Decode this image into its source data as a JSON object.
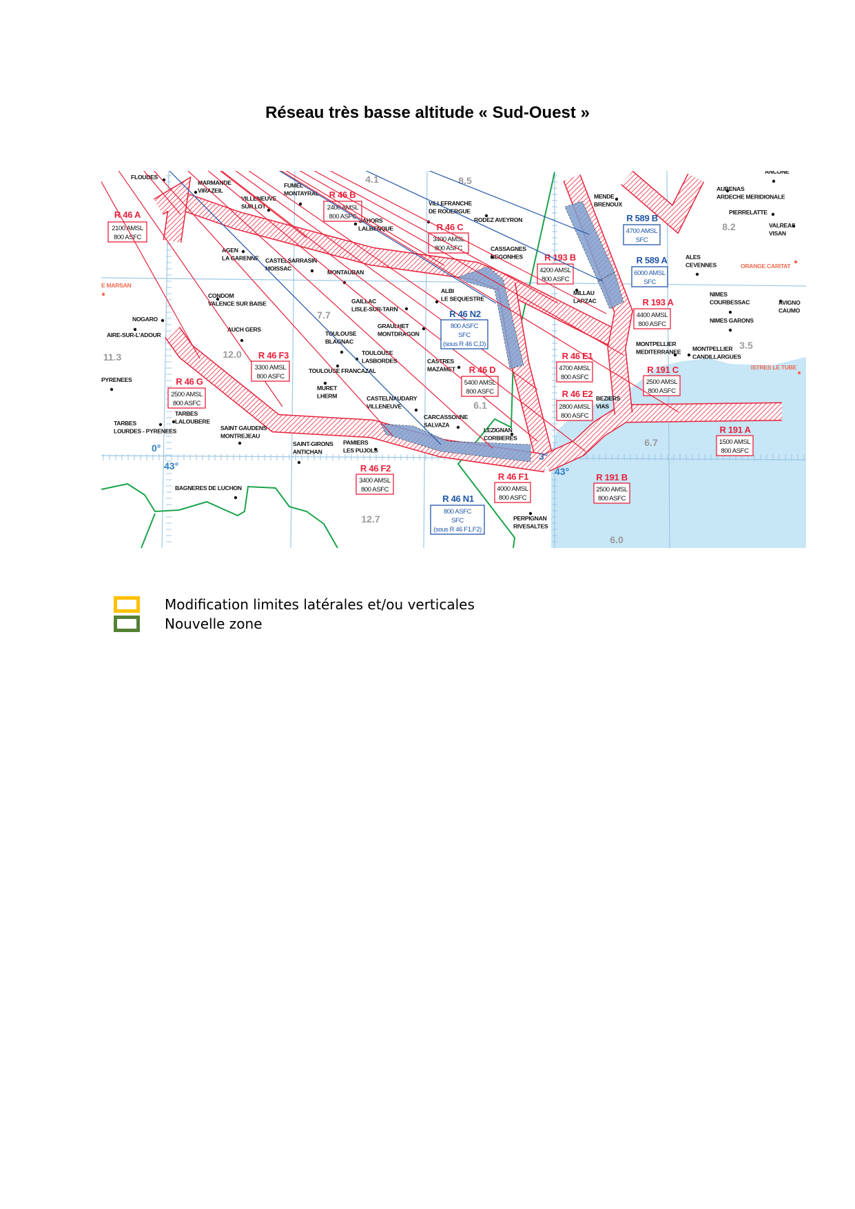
{
  "title": "Réseau très basse altitude « Sud-Ouest »",
  "colors": {
    "restricted": "#e8213a",
    "new": "#1f55a8",
    "shade": "#7f9fcf",
    "sea": "#c7e6f6",
    "grid": "#9cc7e6",
    "fir": "#1aa34a",
    "legend_modified": "#ffc000",
    "legend_new": "#548235"
  },
  "legend": [
    {
      "label": "Modification limites latérales et/ou verticales",
      "color": "#ffc000"
    },
    {
      "label": "Nouvelle zone",
      "color": "#548235"
    }
  ],
  "map": {
    "towns": [
      [
        "FLOUDES"
      ],
      [
        "MARMANDE",
        "VIRAZEIL"
      ],
      [
        "VILLENEUVE",
        "SUR LOT"
      ],
      [
        "FUMEL",
        "MONTAYRAL"
      ],
      [
        "CAHORS",
        "LALBENQUE"
      ],
      [
        "AGEN",
        "LA GARENNE"
      ],
      [
        "CASTELSARRASIN",
        "MOISSAC"
      ],
      [
        "MONTAUBAN"
      ],
      [
        "VILLEFRANCHE",
        "DE ROUERGUE"
      ],
      [
        "RODEZ AVEYRON"
      ],
      [
        "CASSAGNES",
        "BEGONHES"
      ],
      [
        "MENDE",
        "BRENOUX"
      ],
      [
        "ANCONE"
      ],
      [
        "AUBENAS",
        "ARDECHE MERIDIONALE"
      ],
      [
        "PIERRELATTE"
      ],
      [
        "VALREAS",
        "VISAN"
      ],
      [
        "ALES",
        "CEVENNES"
      ],
      [
        "CONDOM",
        "VALENCE SUR BAISE"
      ],
      [
        "NOGARO"
      ],
      [
        "AIRE-SUR-L'ADOUR"
      ],
      [
        "AUCH GERS"
      ],
      [
        "GAILLAC",
        "LISLE-SUR-TARN"
      ],
      [
        "ALBI",
        "LE SEQUESTRE"
      ],
      [
        "GRAULHET",
        "MONTDRAGON"
      ],
      [
        "TOULOUSE",
        "BLAGNAC"
      ],
      [
        "TOULOUSE",
        "LASBORDES"
      ],
      [
        "TOULOUSE FRANCAZAL"
      ],
      [
        "MURET",
        "LHERM"
      ],
      [
        "CASTRES",
        "MAZAMET"
      ],
      [
        "MILLAU",
        "LARZAC"
      ],
      [
        "NIMES",
        "COURBESSAC"
      ],
      [
        "NIMES GARONS"
      ],
      [
        "AVIGNO",
        "CAUMO"
      ],
      [
        "MONTPELLIER",
        "MEDITERRANEE"
      ],
      [
        "MONTPELLIER",
        "CANDILLARGUES"
      ],
      [
        "PYRENEES"
      ],
      [
        "TARBES",
        "LALOUBERE"
      ],
      [
        "TARBES",
        "LOURDES - PYRENEES"
      ],
      [
        "SAINT GAUDENS",
        "MONTREJEAU"
      ],
      [
        "SAINT-GIRONS",
        "ANTICHAN"
      ],
      [
        "CASTELNAUDARY",
        "VILLENEUVE"
      ],
      [
        "PAMIERS",
        "LES PUJOLS"
      ],
      [
        "CARCASSONNE",
        "SALVAZA"
      ],
      [
        "LEZIGNAN",
        "CORBIERES"
      ],
      [
        "BEZIERS",
        "VIAS"
      ],
      [
        "PERPIGNAN",
        "RIVESALTES"
      ],
      [
        "BAGNERES DE LUCHON"
      ]
    ],
    "orange_places": [
      "ORANGE CARITAT",
      "ISTRES LE TUBE",
      "E MARSAN"
    ],
    "grid_values": [
      "4.1",
      "8.5",
      "8.2",
      "7.7",
      "11.3",
      "12.0",
      "3.5",
      "6.1",
      "6.7",
      "12.7",
      "6.0"
    ],
    "degree_labels": [
      "0°",
      "43°",
      "3°",
      "43°"
    ],
    "zones": [
      {
        "id": "R 46 A",
        "lines": [
          "2100 AMSL",
          "800 ASFC"
        ],
        "kind": "restricted"
      },
      {
        "id": "R 46 B",
        "lines": [
          "2400 AMSL",
          "800 ASFC"
        ],
        "kind": "restricted"
      },
      {
        "id": "R 46 C",
        "lines": [
          "3400 AMSL",
          "800 ASFC"
        ],
        "kind": "restricted"
      },
      {
        "id": "R 193 B",
        "lines": [
          "4200 AMSL",
          "800 ASFC"
        ],
        "kind": "restricted"
      },
      {
        "id": "R 193 A",
        "lines": [
          "4400 AMSL",
          "800 ASFC"
        ],
        "kind": "restricted"
      },
      {
        "id": "R 46 E1",
        "lines": [
          "4700 AMSL",
          "800 ASFC"
        ],
        "kind": "restricted"
      },
      {
        "id": "R 46 E2",
        "lines": [
          "2800 AMSL",
          "800 ASFC"
        ],
        "kind": "restricted"
      },
      {
        "id": "R 46 D",
        "lines": [
          "5400 AMSL",
          "800 ASFC"
        ],
        "kind": "restricted"
      },
      {
        "id": "R 46 F3",
        "lines": [
          "3300 AMSL",
          "800 ASFC"
        ],
        "kind": "restricted"
      },
      {
        "id": "R 46 G",
        "lines": [
          "2500 AMSL",
          "800 ASFC"
        ],
        "kind": "restricted"
      },
      {
        "id": "R 46 F2",
        "lines": [
          "3400 AMSL",
          "800 ASFC"
        ],
        "kind": "restricted"
      },
      {
        "id": "R 46 F1",
        "lines": [
          "4000 AMSL",
          "800 ASFC"
        ],
        "kind": "restricted"
      },
      {
        "id": "R 191 B",
        "lines": [
          "2500 AMSL",
          "800 ASFC"
        ],
        "kind": "restricted"
      },
      {
        "id": "R 191 C",
        "lines": [
          "2500 AMSL",
          "800 ASFC"
        ],
        "kind": "restricted"
      },
      {
        "id": "R 191 A",
        "lines": [
          "1500 AMSL",
          "800 ASFC"
        ],
        "kind": "restricted"
      },
      {
        "id": "R 589 B",
        "lines": [
          "4700 AMSL",
          "SFC"
        ],
        "kind": "new"
      },
      {
        "id": "R 589 A",
        "lines": [
          "6000 AMSL",
          "SFC"
        ],
        "kind": "new"
      },
      {
        "id": "R 46 N2",
        "lines": [
          "800 ASFC",
          "SFC",
          "(sous R 46 C,D)"
        ],
        "kind": "new"
      },
      {
        "id": "R 46 N1",
        "lines": [
          "800 ASFC",
          "SFC",
          "(sous R 46 F1,F2)"
        ],
        "kind": "new"
      }
    ]
  }
}
